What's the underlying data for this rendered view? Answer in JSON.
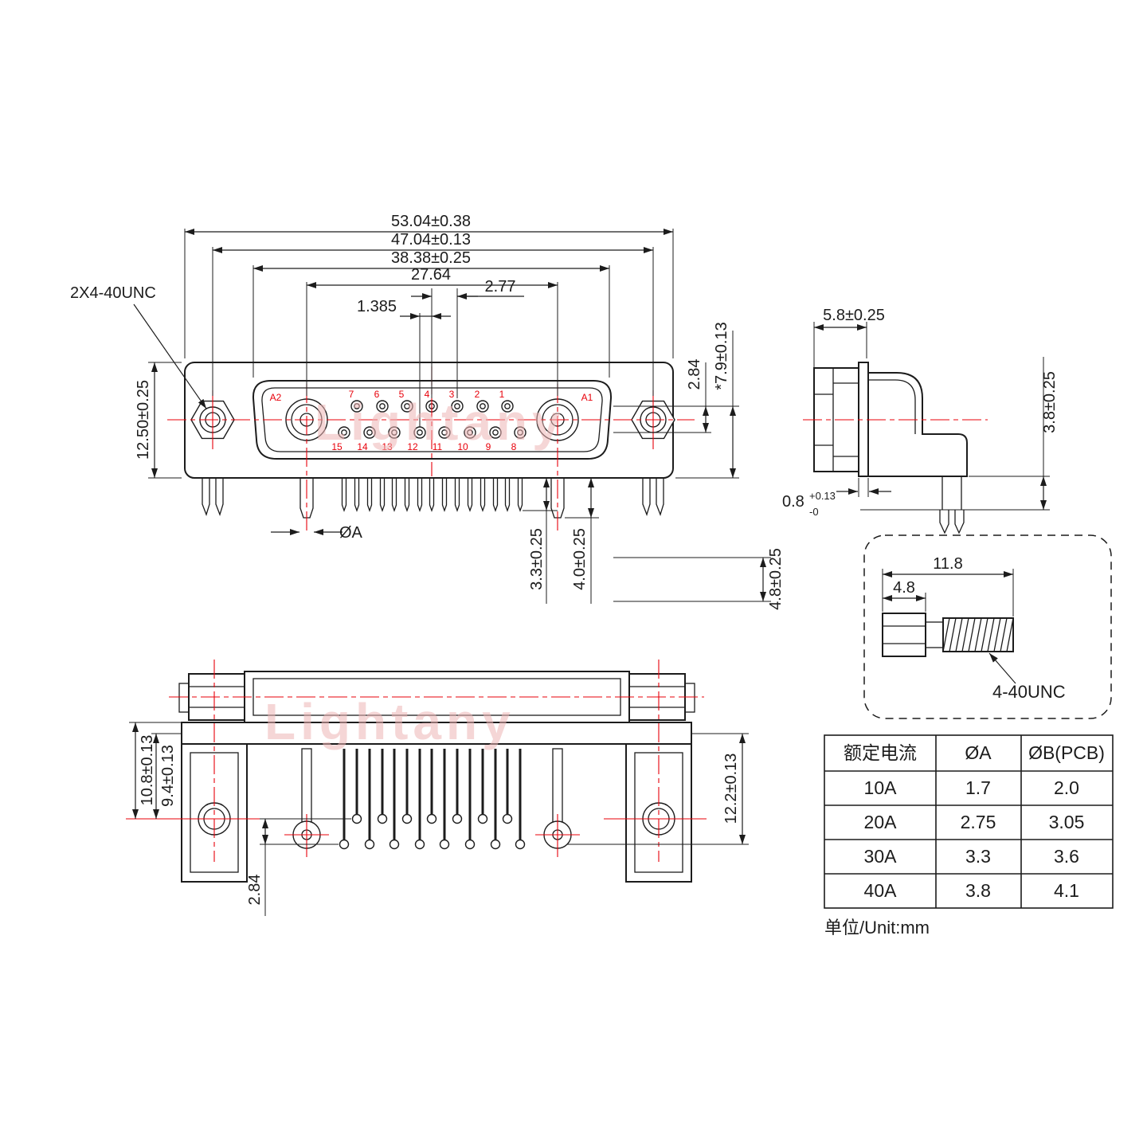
{
  "watermark": "Lightany",
  "front_view": {
    "thread_label": "2X4-40UNC",
    "dim_53": "53.04±0.38",
    "dim_47": "47.04±0.13",
    "dim_38": "38.38±0.25",
    "dim_27": "27.64",
    "dim_277": "2.77",
    "dim_1385": "1.385",
    "dim_125": "12.50±0.25",
    "dim_284": "2.84",
    "dim_79": "*7.9±0.13",
    "dim_phiA": "ØA",
    "dim_33": "3.3±0.25",
    "dim_40": "4.0±0.25",
    "pins_top": [
      "A2",
      "7",
      "6",
      "5",
      "4",
      "3",
      "2",
      "1",
      "A1"
    ],
    "pins_bottom": [
      "15",
      "14",
      "13",
      "12",
      "11",
      "10",
      "9",
      "8"
    ]
  },
  "side_view": {
    "dim_58": "5.8±0.25",
    "dim_38": "3.8±0.25",
    "dim_08_main": "0.8",
    "dim_08_sup": "+0.13",
    "dim_08_sub": "-0",
    "dim_48": "4.8±0.25"
  },
  "bottom_view": {
    "dim_108": "10.8±0.13",
    "dim_94": "9.4±0.13",
    "dim_122": "12.2±0.13",
    "dim_284": "2.84"
  },
  "screw_detail": {
    "dim_118": "11.8",
    "dim_48": "4.8",
    "thread_label": "4-40UNC"
  },
  "table": {
    "headers": [
      "额定电流",
      "ØA",
      "ØB(PCB)"
    ],
    "rows": [
      [
        "10A",
        "1.7",
        "2.0"
      ],
      [
        "20A",
        "2.75",
        "3.05"
      ],
      [
        "30A",
        "3.3",
        "3.6"
      ],
      [
        "40A",
        "3.8",
        "4.1"
      ]
    ],
    "unit": "单位/Unit:mm"
  }
}
